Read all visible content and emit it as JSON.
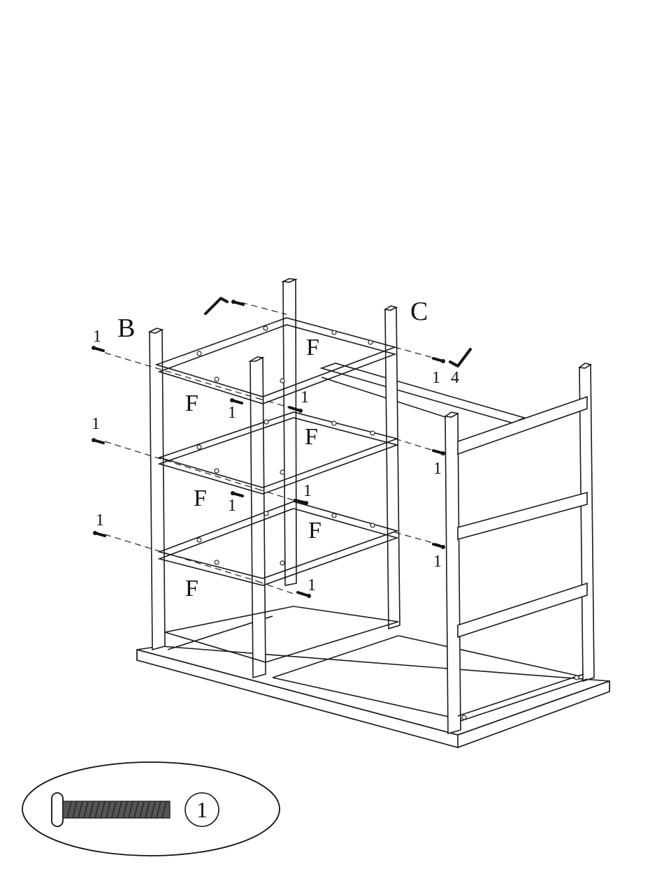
{
  "labels": {
    "panel_b": "B",
    "panel_c": "C",
    "shelf": "F",
    "screw_qty": "1",
    "wrench_qty": "4"
  },
  "legend": {
    "part_number": "1",
    "part_icon": "screw-icon"
  },
  "colors": {
    "line": "#1a1a1a",
    "background": "#ffffff"
  }
}
